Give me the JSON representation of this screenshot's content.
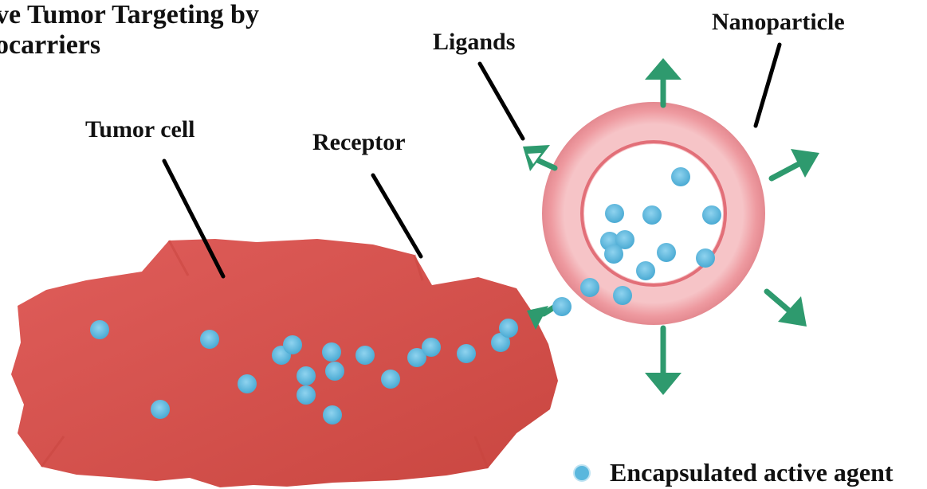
{
  "title": {
    "line1": "ve Tumor Targeting by",
    "line2": "ocarriers"
  },
  "labels": {
    "tumor_cell": "Tumor cell",
    "receptor": "Receptor",
    "ligands": "Ligands",
    "nanoparticle": "Nanoparticle"
  },
  "legend": {
    "label": "Encapsulated active agent"
  },
  "colors": {
    "tumor_cell": "#d9534f",
    "nanoparticle_ring": "#f2a3a8",
    "nanoparticle_core": "#ffffff",
    "ligand_arrow": "#2e9a6e",
    "active_agent": "#5ab7dd",
    "leader_line": "#000000"
  }
}
